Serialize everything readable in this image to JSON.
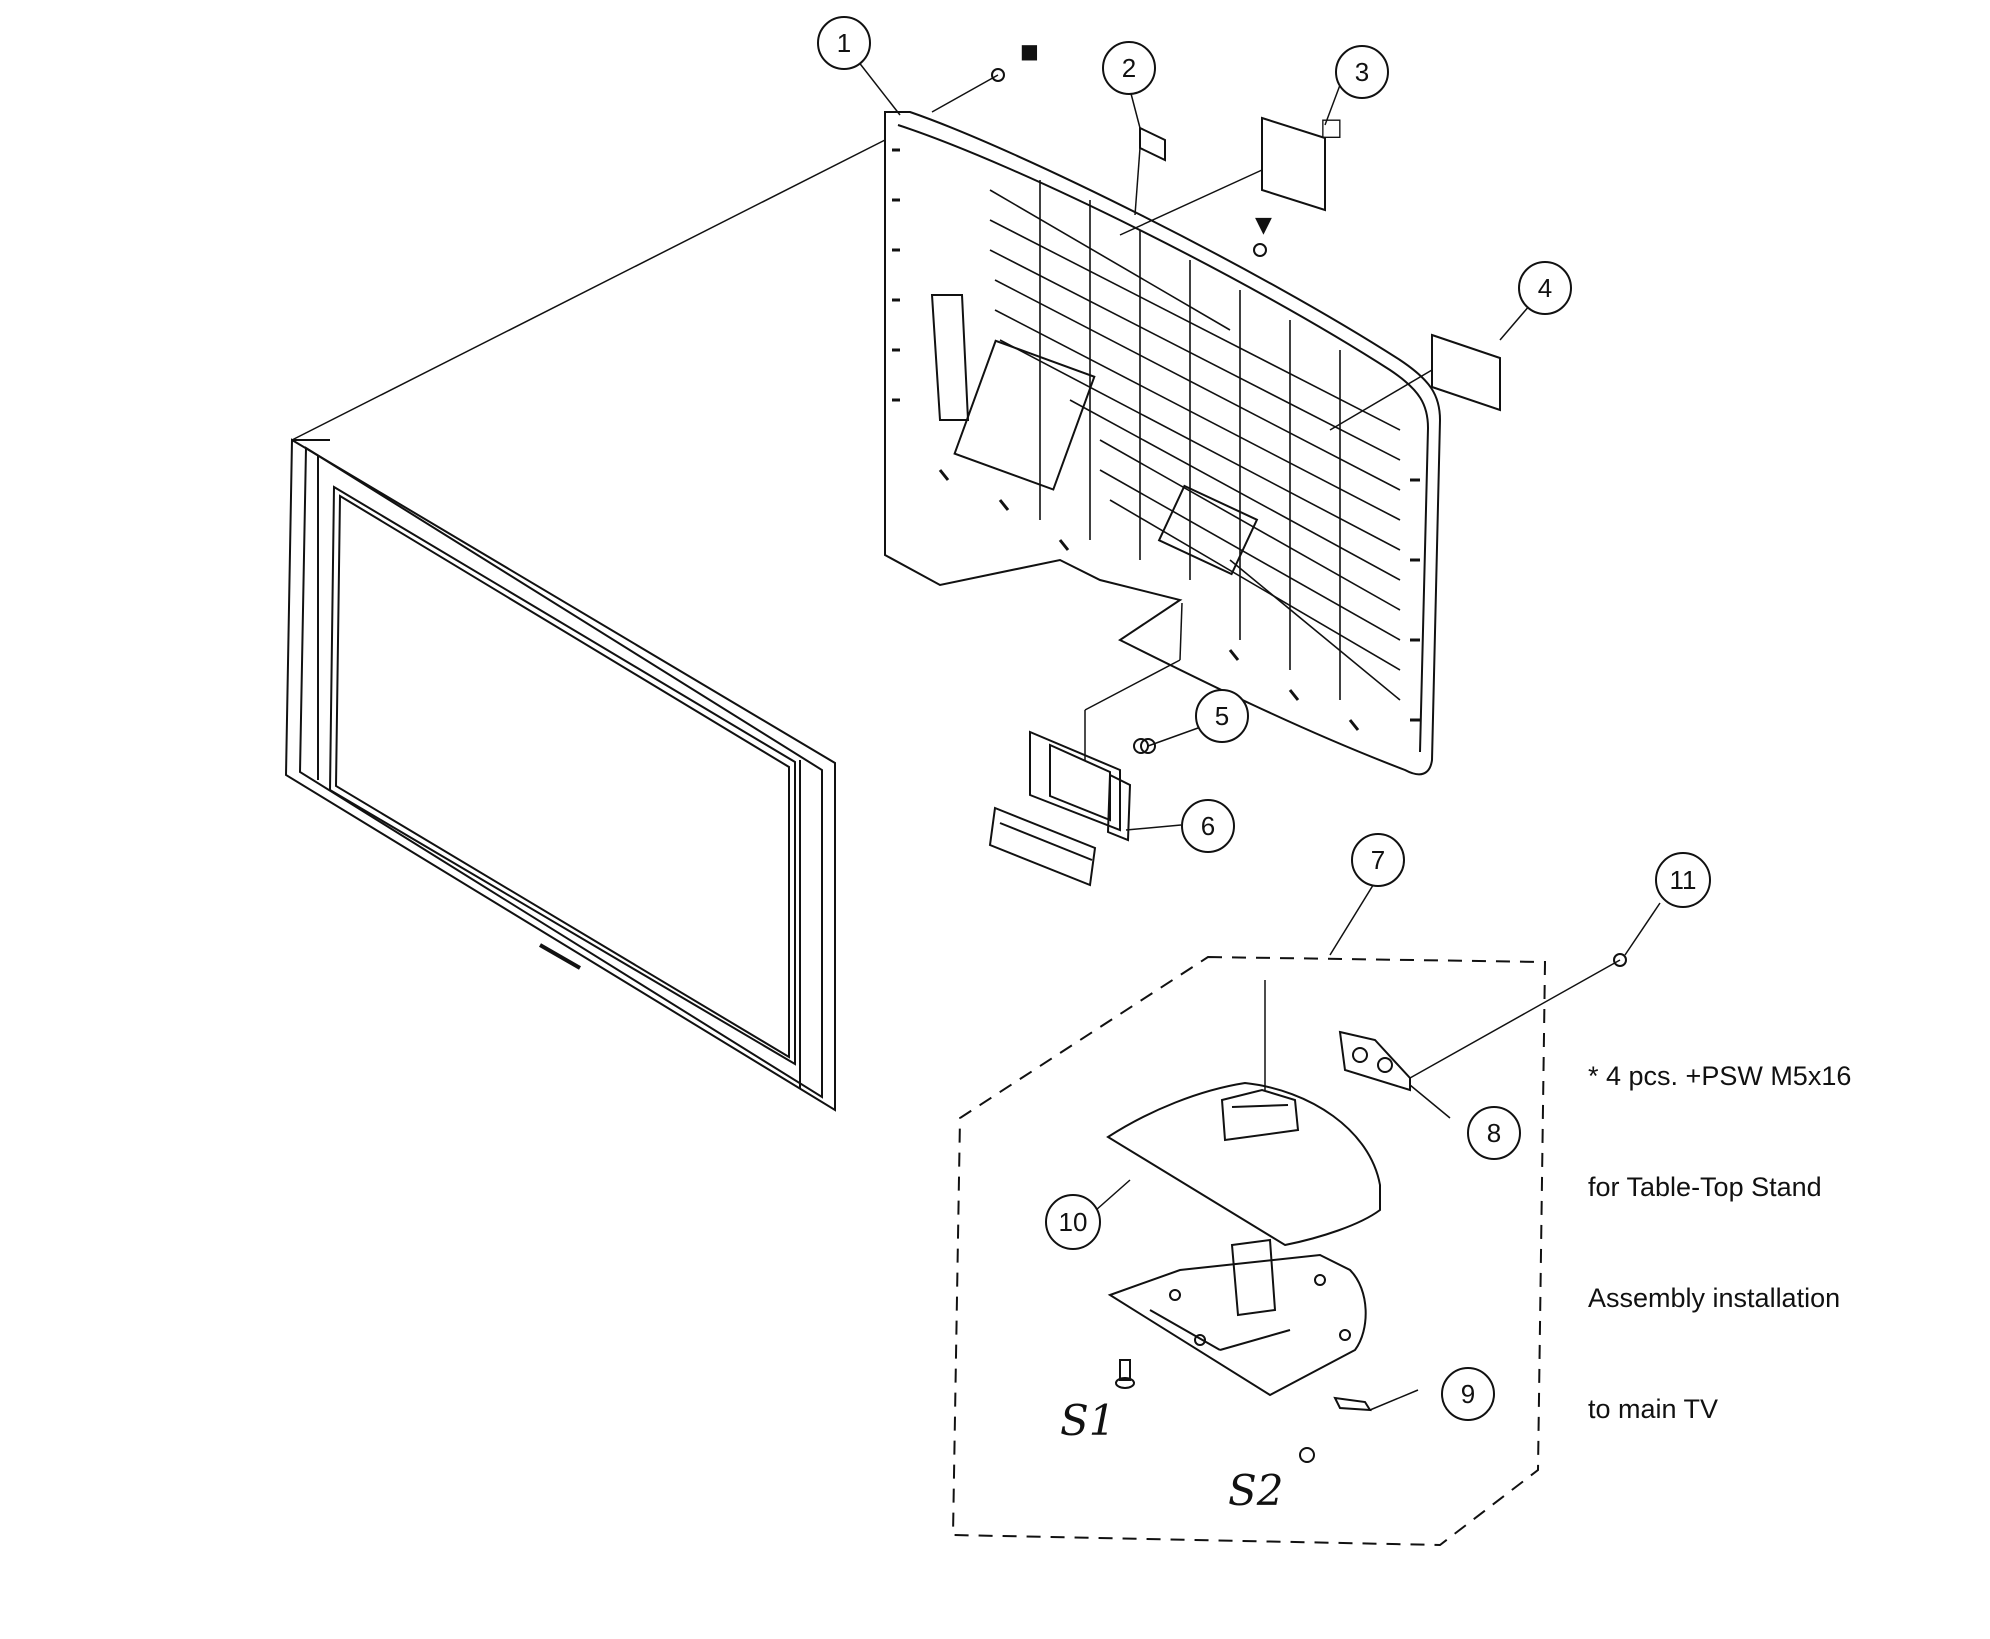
{
  "callouts": {
    "c1": "1",
    "c2": "2",
    "c3": "3",
    "c4": "4",
    "c5": "5",
    "c6": "6",
    "c7": "7",
    "c8": "8",
    "c9": "9",
    "c10": "10",
    "c11": "11"
  },
  "symbols": {
    "filled_square": "■",
    "open_square": "□",
    "down_triangle": "▼"
  },
  "handwritten": {
    "s1": "S1",
    "s2": "S2"
  },
  "note": {
    "line1": "* 4 pcs. +PSW M5x16",
    "line2": "for Table-Top Stand",
    "line3": "Assembly installation",
    "line4": "to main TV"
  }
}
